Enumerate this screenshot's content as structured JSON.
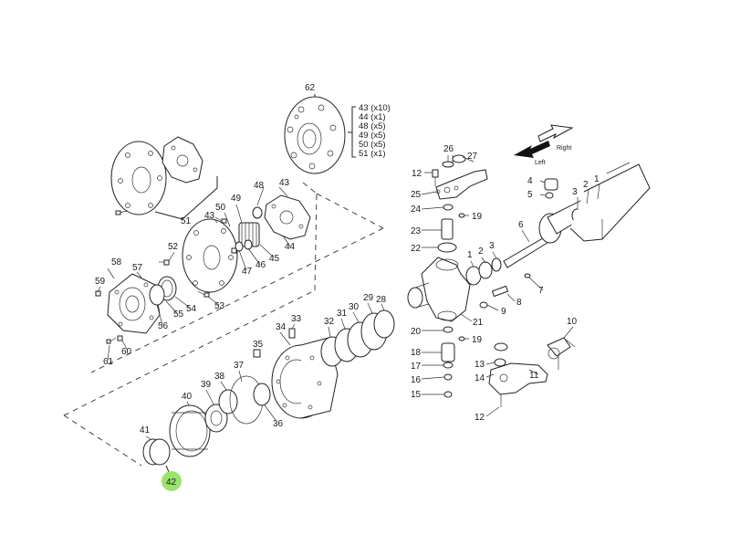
{
  "diagram": {
    "highlight": {
      "label": "42",
      "color": "#9be36b"
    },
    "direction": {
      "left": "Left",
      "right": "Right"
    },
    "legend": {
      "head": "62",
      "items": [
        "43 (x10)",
        "44 (x1)",
        "48 (x5)",
        "49 (x5)",
        "50 (x5)",
        "51 (x1)"
      ]
    },
    "labels": {
      "p1a": "1",
      "p1b": "1",
      "p2": "2",
      "p3a": "3",
      "p3b": "3",
      "p4": "4",
      "p5": "5",
      "p6": "6",
      "p7": "7",
      "p8": "8",
      "p9": "9",
      "p10": "10",
      "p11": "11",
      "p12a": "12",
      "p12b": "12",
      "p13": "13",
      "p14": "14",
      "p15": "15",
      "p16": "16",
      "p17": "17",
      "p18": "18",
      "p19a": "19",
      "p19b": "19",
      "p20": "20",
      "p21": "21",
      "p22": "22",
      "p23": "23",
      "p24": "24",
      "p25": "25",
      "p26": "26",
      "p27": "27",
      "p28": "28",
      "p29": "29",
      "p30": "30",
      "p31": "31",
      "p32": "32",
      "p33": "33",
      "p34": "34",
      "p35": "35",
      "p36": "36",
      "p37": "37",
      "p38": "38",
      "p39": "39",
      "p40": "40",
      "p41": "41",
      "p43a": "43",
      "p43b": "43",
      "p44": "44",
      "p45": "45",
      "p46": "46",
      "p47": "47",
      "p48": "48",
      "p49": "49",
      "p50": "50",
      "p51": "51",
      "p52": "52",
      "p53": "53",
      "p54": "54",
      "p55": "55",
      "p56": "56",
      "p57": "57",
      "p58": "58",
      "p59": "59",
      "p60": "60",
      "p61": "61"
    }
  }
}
